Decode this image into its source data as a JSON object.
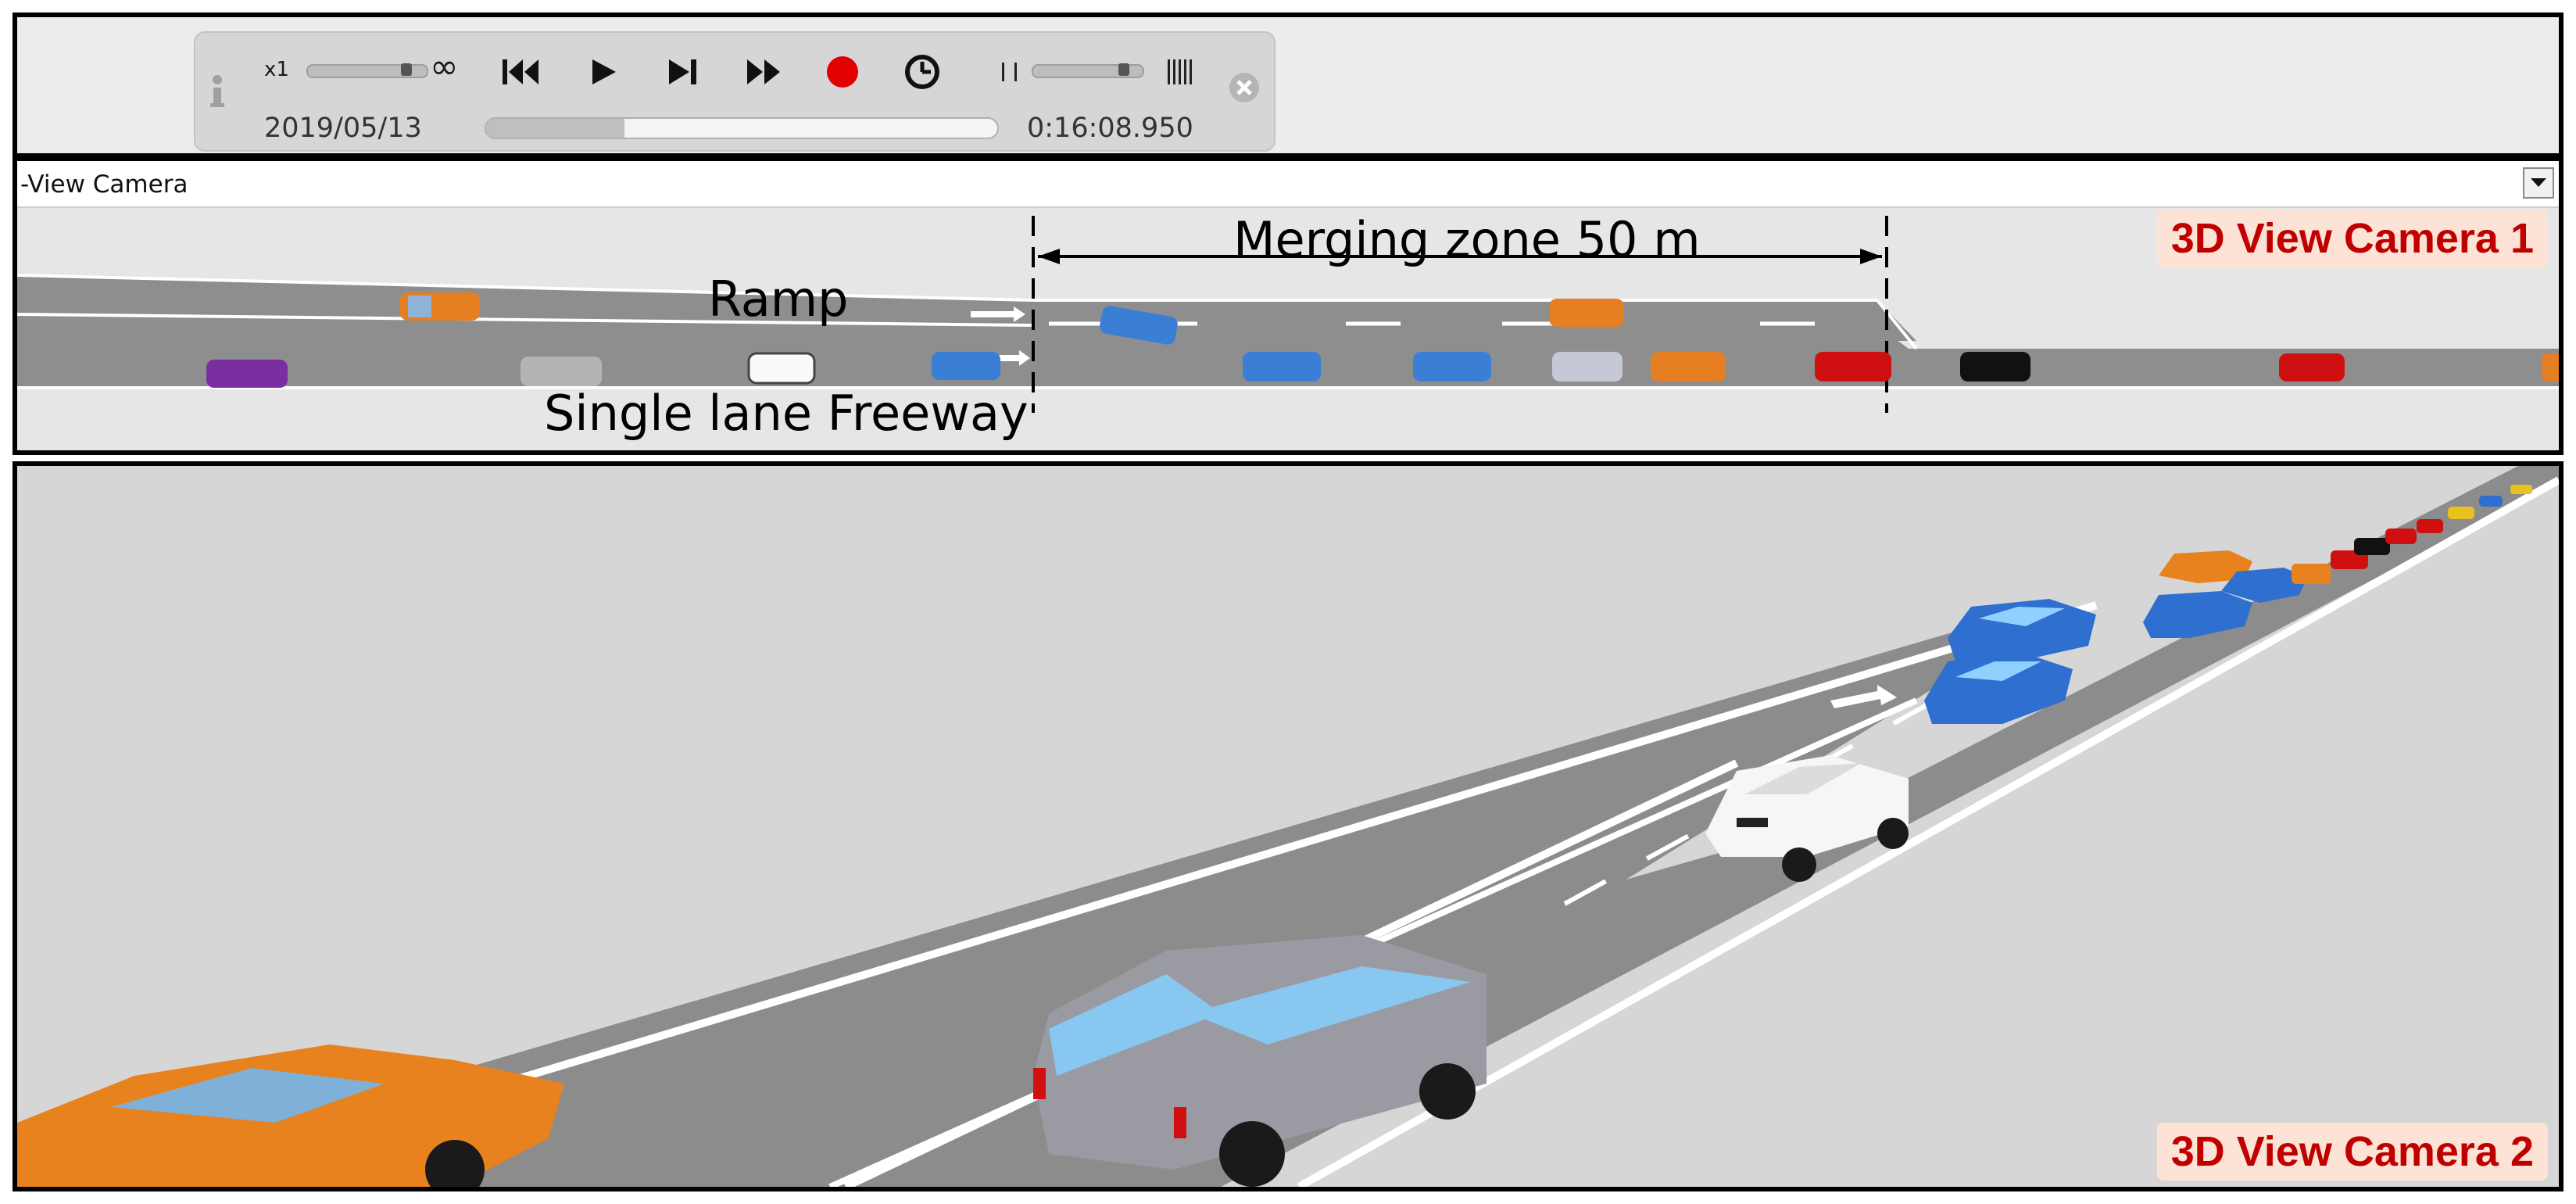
{
  "player": {
    "speed_label": "x1",
    "loop_symbol": "∞",
    "date": "2019/05/13",
    "time": "0:16:08.950",
    "speed_level": 0.85,
    "progress": 0.27,
    "zoom_level": 0.85
  },
  "camera_select": {
    "label": "-View Camera"
  },
  "camera1": {
    "badge": "3D View Camera 1",
    "annotations": {
      "merging_zone": "Merging zone 50 m",
      "ramp": "Ramp",
      "freeway": "Single lane Freeway"
    }
  },
  "camera2": {
    "badge": "3D View Camera 2"
  },
  "colors": {
    "badge_text": "#c00000",
    "badge_bg": "#fde3d6",
    "road": "#8a8a8a",
    "ground": "#d6d6d6",
    "record": "#e30000"
  },
  "icons": [
    "info-icon",
    "skip-start-icon",
    "play-icon",
    "step-forward-icon",
    "fast-forward-icon",
    "record-icon",
    "clock-icon",
    "close-icon",
    "dropdown-arrow-icon"
  ]
}
